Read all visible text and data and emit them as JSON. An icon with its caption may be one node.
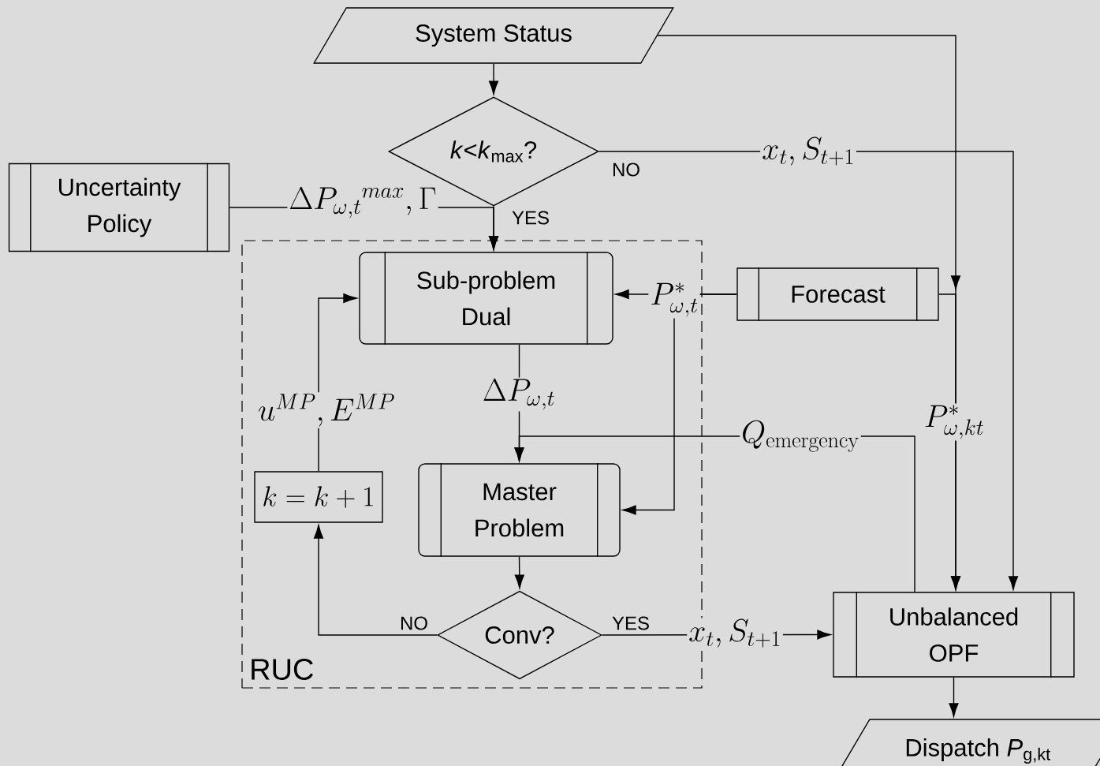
{
  "diagram": {
    "nodes": [
      {
        "text": [
          "System Status"
        ]
      },
      {
        "text": [
          "*k*<*k*$_{max}$?"
        ]
      },
      {
        "text": [
          "Uncertainty Policy"
        ]
      },
      {
        "text": [
          "RUC"
        ]
      },
      {
        "text": [
          "Sub-problem Dual"
        ],
        "in": 3
      },
      {
        "text": [
          "k=k+1"
        ],
        "in": 3
      },
      {
        "text": [
          "Master Problem"
        ],
        "in": 3
      },
      {
        "text": [
          "Conv?"
        ],
        "in": 3
      },
      {
        "text": [
          "Forecast"
        ]
      },
      {
        "text": [
          "Unbalanced OPF"
        ]
      },
      {
        "text": [
          "Dispatch *P*$_{g,kt}$"
        ]
      }
    ],
    "edges": [
      {
        "from": 0,
        "to": 1,
        "arrow": "to"
      },
      {
        "from": 1,
        "to": 4,
        "arrow": "to",
        "label": "YES"
      },
      {
        "from": 1,
        "to": 9,
        "arrow": "to",
        "label": "x_t,S_{t+1}"
      },
      {
        "from": 2,
        "to": 4,
        "arrow": "to",
        "label": "\\Delta P_{\\omega,t}{}^{max},\\Gamma"
      },
      {
        "from": 0,
        "to": 9,
        "arrow": "to"
      },
      {
        "from": 8,
        "to": 4,
        "arrow": "to",
        "label": "P^{*}_{\\omega,t}"
      },
      {
        "from": 8,
        "to": 6,
        "arrow": "to"
      },
      {
        "from": 4,
        "to": 6,
        "arrow": "to",
        "label": "\\Delta P_{\\omega,t}"
      },
      {
        "from": 9,
        "to": 6,
        "arrow": "to",
        "label": "Q_{\\mathrm{emergency}}"
      },
      {
        "from": 6,
        "to": 7,
        "arrow": "to"
      },
      {
        "from": 7,
        "to": 5,
        "arrow": "to",
        "label": "NO"
      },
      {
        "from": 5,
        "to": 4,
        "arrow": "to",
        "label": "u^{MP},E^{MP}"
      },
      {
        "from": 7,
        "to": 9,
        "arrow": "to",
        "label": "x_t,S_{t+1}"
      },
      {
        "from": 8,
        "to": 9,
        "arrow": "to",
        "label": "P^{*}_{\\omega,kt}"
      },
      {
        "from": 9,
        "to": 10,
        "arrow": "to"
      }
    ],
    "labels": [
      "NO",
      "YES"
    ]
  }
}
